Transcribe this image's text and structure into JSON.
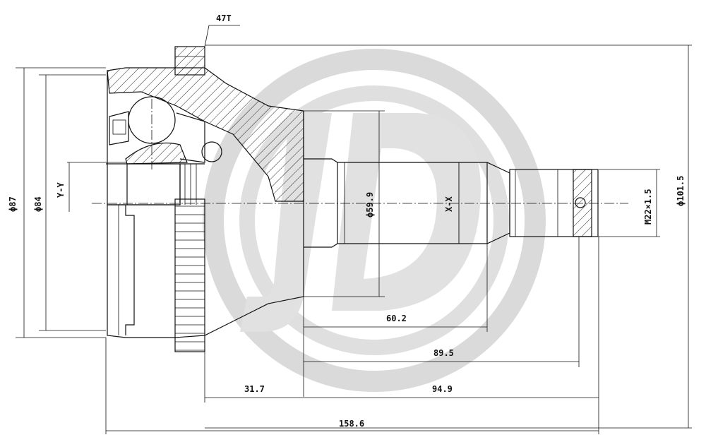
{
  "labels": {
    "teeth": "47T",
    "section_y": "Y-Y",
    "section_x": "X-X"
  },
  "dimensions": {
    "d87": "ϕ87",
    "d84": "ϕ84",
    "d59_9": "ϕ59.9",
    "thread": "M22×1.5",
    "d101_5": "ϕ101.5",
    "l60_2": "60.2",
    "l89_5": "89.5",
    "l31_7": "31.7",
    "l94_9": "94.9",
    "l158_6": "158.6"
  },
  "colors": {
    "watermark": "#d4d4d4",
    "line": "#111111"
  }
}
